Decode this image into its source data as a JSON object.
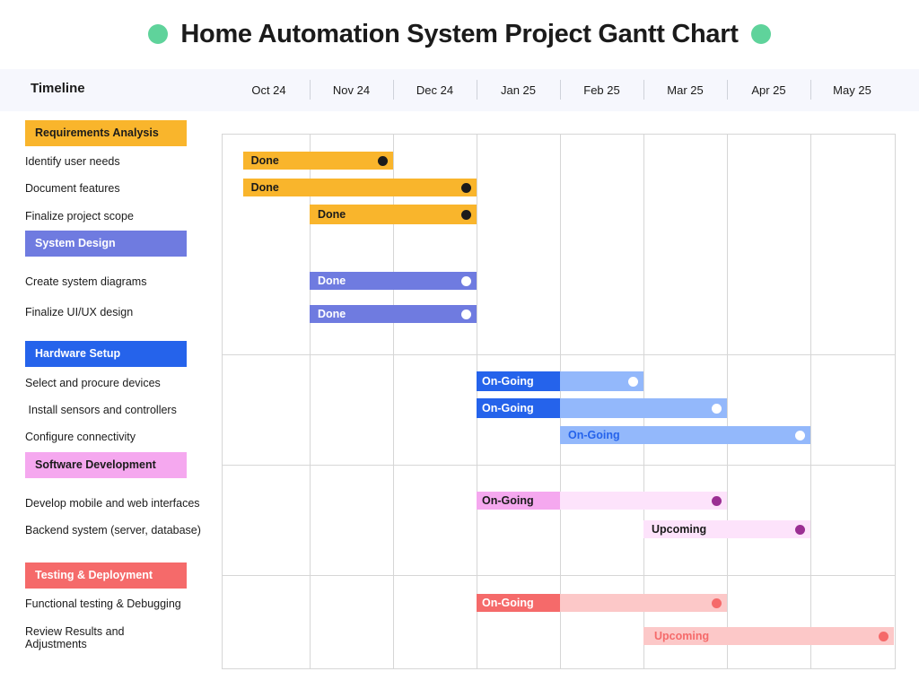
{
  "header": {
    "title": "Home Automation System Project Gantt Chart",
    "timeline_label": "Timeline"
  },
  "chart_data": {
    "type": "gantt",
    "title": "Home Automation System Project Gantt Chart",
    "months": [
      "Oct 24",
      "Nov 24",
      "Dec 24",
      "Jan 25",
      "Feb 25",
      "Mar 25",
      "Apr 25",
      "May 25"
    ],
    "categories": [
      {
        "name": "Requirements Analysis",
        "color": "#f9b52c",
        "text_color": "#1b1b1b",
        "tasks": [
          {
            "name": "Identify user needs",
            "start": 0.2,
            "end": 2.0,
            "status": "Done",
            "split": null,
            "bar_color": "#f9b52c",
            "light_color": null,
            "label_color": "#1b1b1b",
            "dot_color": "#1b1b1b"
          },
          {
            "name": "Document features",
            "start": 0.2,
            "end": 3.0,
            "status": "Done",
            "split": null,
            "bar_color": "#f9b52c",
            "light_color": null,
            "label_color": "#1b1b1b",
            "dot_color": "#1b1b1b"
          },
          {
            "name": "Finalize project scope",
            "start": 1.0,
            "end": 3.0,
            "status": "Done",
            "split": null,
            "bar_color": "#f9b52c",
            "light_color": null,
            "label_color": "#1b1b1b",
            "dot_color": "#1b1b1b"
          }
        ]
      },
      {
        "name": "System Design",
        "color": "#6f7be0",
        "text_color": "#ffffff",
        "tasks": [
          {
            "name": "Create system diagrams",
            "start": 1.0,
            "end": 3.0,
            "status": "Done",
            "split": null,
            "bar_color": "#6f7be0",
            "light_color": null,
            "label_color": "#ffffff",
            "dot_color": "#ffffff"
          },
          {
            "name": "Finalize UI/UX design",
            "start": 1.0,
            "end": 3.0,
            "status": "Done",
            "split": null,
            "bar_color": "#6f7be0",
            "light_color": null,
            "label_color": "#ffffff",
            "dot_color": "#ffffff"
          }
        ]
      },
      {
        "name": "Hardware Setup",
        "color": "#2563eb",
        "text_color": "#ffffff",
        "tasks": [
          {
            "name": "Select and procure devices",
            "start": 3.0,
            "end": 5.0,
            "status": "On-Going",
            "split": 4.0,
            "bar_color": "#2563eb",
            "light_color": "#93b8fb",
            "label_color": "#ffffff",
            "dot_color": "#ffffff"
          },
          {
            "name": " Install sensors and controllers",
            "start": 3.0,
            "end": 6.0,
            "status": "On-Going",
            "split": 4.0,
            "bar_color": "#2563eb",
            "light_color": "#93b8fb",
            "label_color": "#ffffff",
            "dot_color": "#ffffff"
          },
          {
            "name": "Configure connectivity",
            "start": 4.0,
            "end": 7.0,
            "status": "On-Going",
            "split": null,
            "bar_color": "#93b8fb",
            "light_color": null,
            "label_color": "#2563eb",
            "dot_color": "#ffffff"
          }
        ]
      },
      {
        "name": "Software Development",
        "color": "#f5a8ef",
        "text_color": "#1b1b1b",
        "tasks": [
          {
            "name": "Develop mobile and web interfaces",
            "start": 3.0,
            "end": 6.0,
            "status": "On-Going",
            "split": 4.0,
            "bar_color": "#f5a8ef",
            "light_color": "#fde3fb",
            "label_color": "#1b1b1b",
            "dot_color": "#9b2f93"
          },
          {
            "name": "Backend system (server, database)",
            "start": 5.0,
            "end": 7.0,
            "status": "Upcoming",
            "split": null,
            "bar_color": "#fde3fb",
            "light_color": null,
            "label_color": "#1b1b1b",
            "dot_color": "#9b2f93"
          }
        ]
      },
      {
        "name": "Testing & Deployment",
        "color": "#f56a6a",
        "text_color": "#ffffff",
        "tasks": [
          {
            "name": "Functional testing & Debugging",
            "start": 3.0,
            "end": 6.0,
            "status": "On-Going",
            "split": 4.0,
            "bar_color": "#f56a6a",
            "light_color": "#fcc8c8",
            "label_color": "#ffffff",
            "dot_color": "#f56a6a"
          },
          {
            "name": "Review Results and Adjustments",
            "start": 5.0,
            "end": 8.0,
            "status": "Upcoming",
            "split": null,
            "bar_color": "#fcc8c8",
            "light_color": null,
            "label_color": "#f56a6a",
            "dot_color": "#f56a6a"
          }
        ]
      }
    ]
  },
  "colors": {
    "accent_dot": "#5fd39b",
    "grid": "#d6d6d6",
    "header_bg": "#f6f7fd"
  }
}
